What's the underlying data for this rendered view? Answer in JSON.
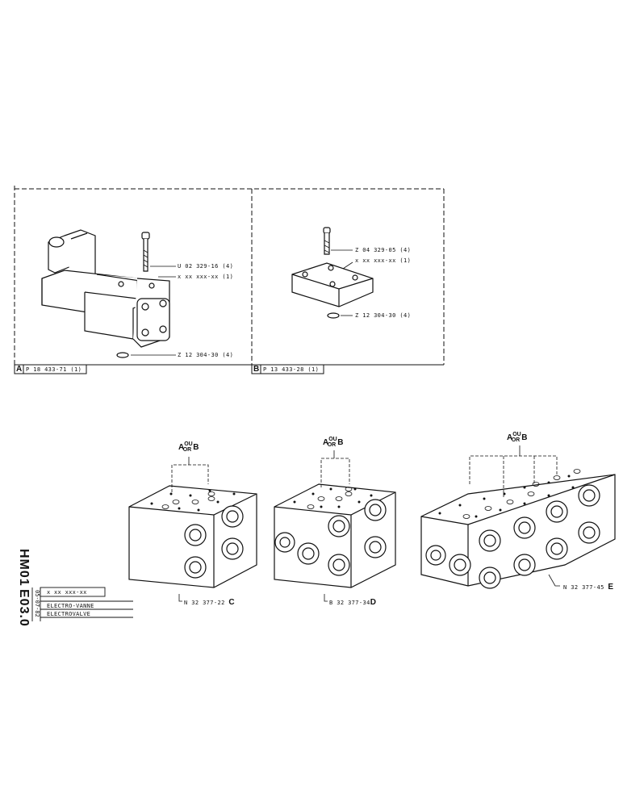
{
  "panel_a": {
    "tag": "A",
    "ref": "P 18 433-71 (1)",
    "parts": [
      "U 02 329-16 (4)",
      "x xx xxx-xx (1)",
      "Z 12 304-30 (4)"
    ]
  },
  "panel_b": {
    "tag": "B",
    "ref": "P 13 433-28 (1)",
    "parts": [
      "Z 04 329-05 (4)",
      "x xx xxx-xx (1)",
      "Z 12 304-30 (4)"
    ]
  },
  "port_label": {
    "a": "A",
    "ou": "OU",
    "or": "OR",
    "b": "B"
  },
  "blocks": [
    {
      "ref": "N 32 377-22",
      "letter": "C"
    },
    {
      "ref": "B 32 377-34",
      "letter": "D"
    },
    {
      "ref": "N 32 377-45",
      "letter": "E"
    }
  ],
  "title_block": {
    "code_line1": "HM01",
    "code_line2": "E03.0",
    "date": "05-07-82",
    "part_number": "x xx xxx-xx",
    "name_fr": "ELECTRO-VANNE",
    "name_en": "ELECTROVALVE"
  }
}
